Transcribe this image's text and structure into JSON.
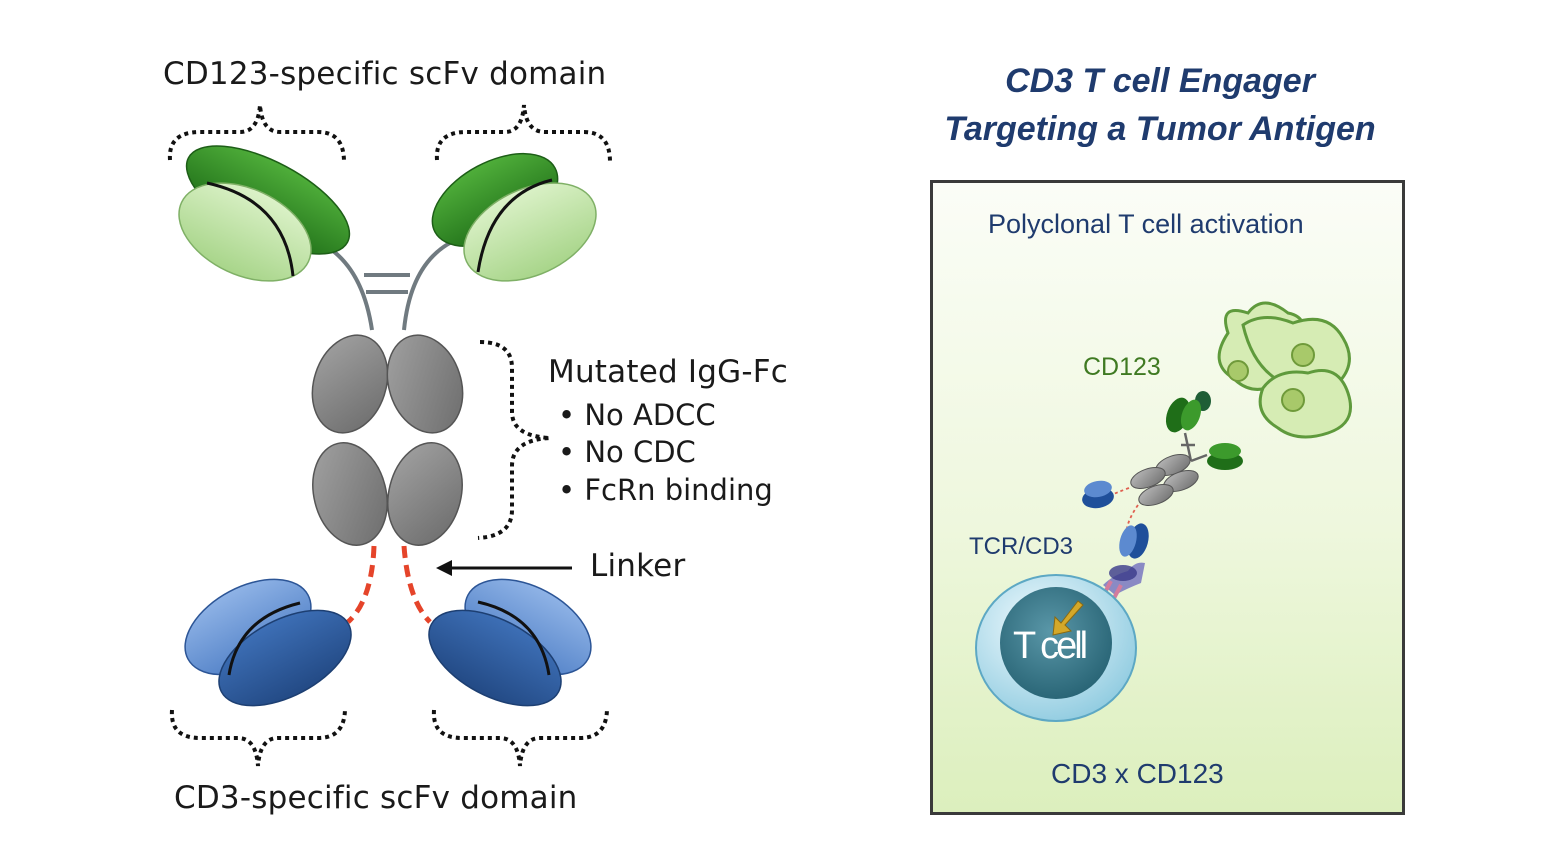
{
  "left": {
    "top_label": "CD123-specific scFv domain",
    "fc_title": "Mutated IgG-Fc",
    "fc_bullets": [
      "No ADCC",
      "No CDC",
      "FcRn binding"
    ],
    "linker_label": "Linker",
    "bottom_label": "CD3-specific scFv domain"
  },
  "right": {
    "title_line1": "CD3 T cell Engager",
    "title_line2": "Targeting a Tumor Antigen",
    "panel_heading": "Polyclonal T cell activation",
    "cd123_label": "CD123",
    "tcr_label": "TCR/CD3",
    "tcell_label": "T cell",
    "footer": "CD3 x CD123"
  },
  "colors": {
    "green_dark": "#2f8a24",
    "green_light": "#bfe3a5",
    "grey": "#808080",
    "blue": "#3e6db8",
    "blue_light": "#6f98d8",
    "linker": "#e5442a",
    "title": "#1f3b6e"
  }
}
